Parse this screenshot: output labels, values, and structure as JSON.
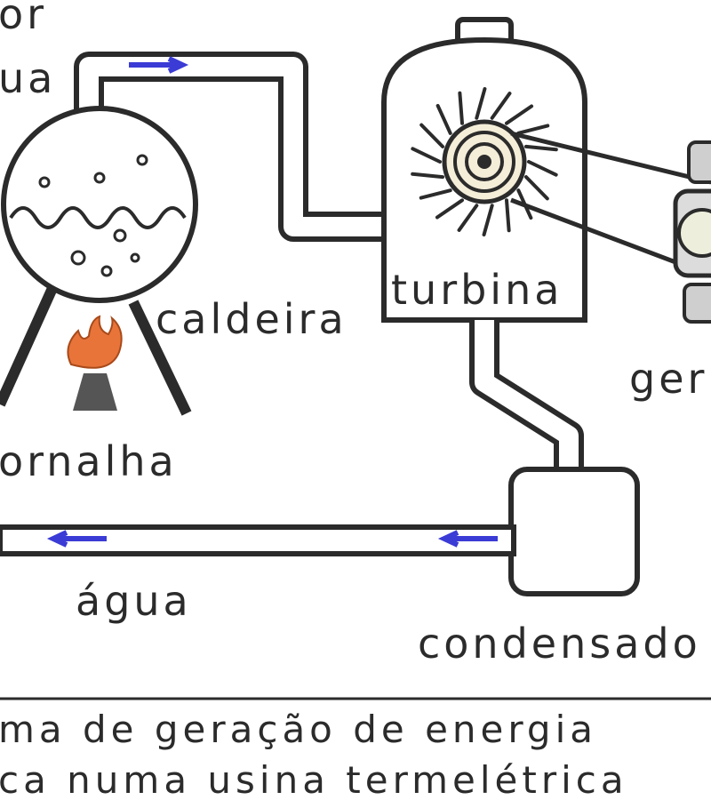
{
  "labels": {
    "vapor_partial": "or",
    "agua_top_partial": "ua",
    "caldeira": "caldeira",
    "turbina": "turbina",
    "gerador_partial": "ger",
    "fornalha_partial": "ornalha",
    "agua_bottom": "água",
    "condensador_partial": "condensado"
  },
  "caption": {
    "line1": "ma de geração de energia",
    "line2": "ca numa usina termelétrica"
  },
  "colors": {
    "ink": "#2b2b2b",
    "pipe_fill": "#ffffff",
    "flow_arrow": "#3b3bd6",
    "flame": "#e8743a",
    "burner": "#555555"
  }
}
